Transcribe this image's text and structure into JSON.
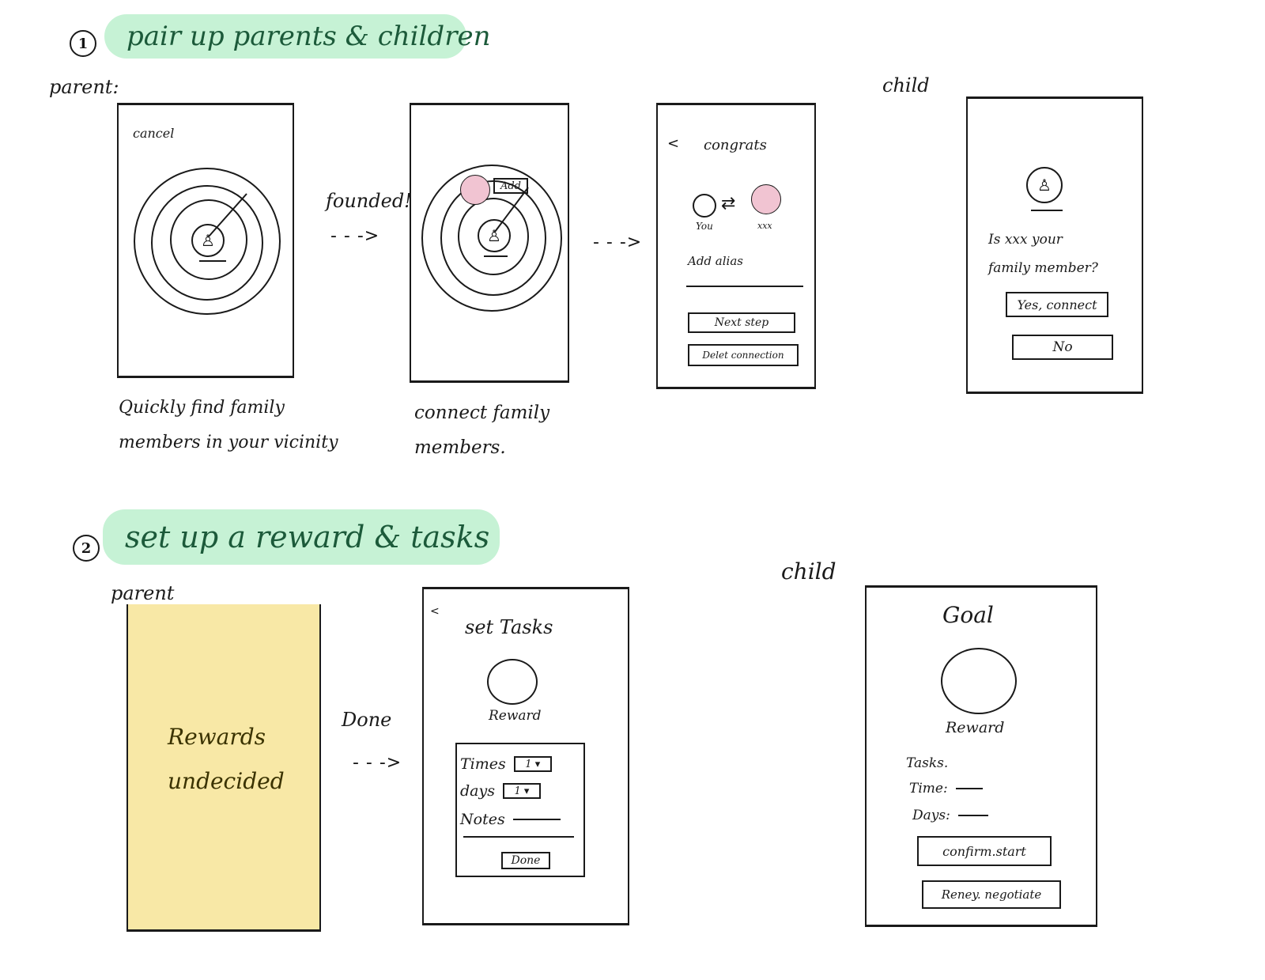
{
  "section1": {
    "number": "1",
    "title": "pair up parents & children",
    "parent_label": "parent:",
    "child_label": "child",
    "screen1": {
      "cancel": "cancel",
      "caption_line1": "Quickly find family",
      "caption_line2": "members in your vicinity"
    },
    "arrow1": {
      "label": "founded!",
      "glyph": "- - ->"
    },
    "screen2": {
      "add_button": "Add",
      "caption_line1": "connect family",
      "caption_line2": "members."
    },
    "arrow2": {
      "glyph": "- - ->"
    },
    "screen3": {
      "back": "<",
      "title": "congrats",
      "you_label": "You",
      "other_label": "xxx",
      "alias_label": "Add alias",
      "next_button": "Next step",
      "delete_button": "Delet connection"
    },
    "screen4": {
      "question_line1": "Is xxx your",
      "question_line2": "family member?",
      "yes_button": "Yes, connect",
      "no_button": "No"
    }
  },
  "section2": {
    "number": "2",
    "title": "set up a reward & tasks",
    "parent_label": "parent",
    "child_label": "child",
    "screen1": {
      "text_line1": "Rewards",
      "text_line2": "undecided"
    },
    "arrow1": {
      "label": "Done",
      "glyph": "- - ->"
    },
    "screen2": {
      "back": "<",
      "title": "set Tasks",
      "reward_label": "Reward",
      "times_label": "Times",
      "times_value": "1",
      "days_label": "days",
      "days_value": "1",
      "notes_label": "Notes",
      "done_button": "Done"
    },
    "screen3": {
      "title": "Goal",
      "reward_label": "Reward",
      "tasks_label": "Tasks.",
      "time_label": "Time:",
      "days_label": "Days:",
      "confirm_button": "confirm.start",
      "renegotiate_button": "Reney. negotiate"
    }
  },
  "colors": {
    "banner_green": "#c6f2d5",
    "highlight_pink": "#f1c4d2",
    "reward_yellow": "#f8e8a6",
    "ink": "#1a1a1a"
  }
}
